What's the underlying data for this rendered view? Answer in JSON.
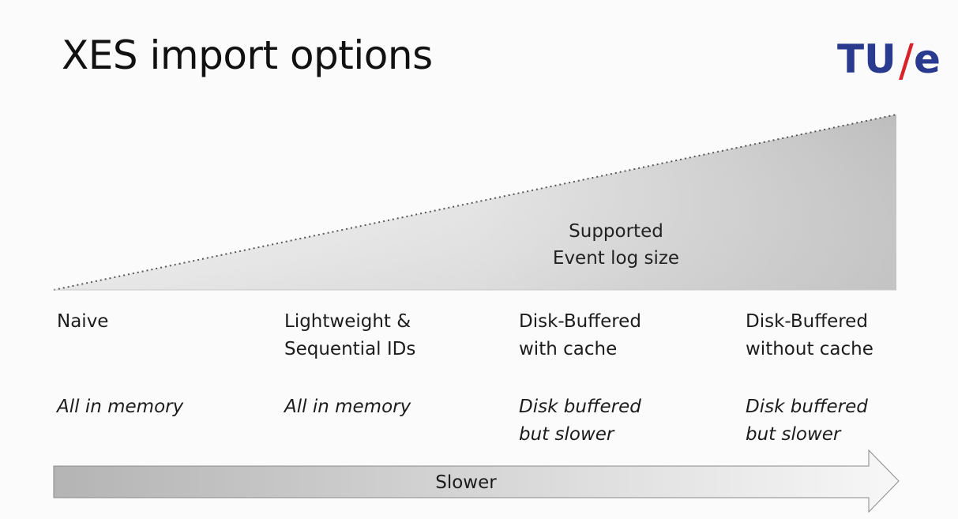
{
  "title": "XES import options",
  "logo": {
    "text_left": "TU",
    "text_slash": "/",
    "text_right": "e",
    "color_primary": "#2a3a8f",
    "color_accent": "#d8232a"
  },
  "triangle": {
    "label_line1": "Supported",
    "label_line2": "Event log size"
  },
  "options": [
    {
      "name_lines": [
        "Naive"
      ],
      "mode_lines": [
        "All in memory"
      ]
    },
    {
      "name_lines": [
        "Lightweight &",
        "Sequential IDs"
      ],
      "mode_lines": [
        "All in memory"
      ]
    },
    {
      "name_lines": [
        "Disk-Buffered",
        "with cache"
      ],
      "mode_lines": [
        "Disk buffered",
        "but slower"
      ]
    },
    {
      "name_lines": [
        "Disk-Buffered",
        "without cache"
      ],
      "mode_lines": [
        "Disk buffered",
        "but slower"
      ]
    }
  ],
  "arrow": {
    "label": "Slower"
  }
}
